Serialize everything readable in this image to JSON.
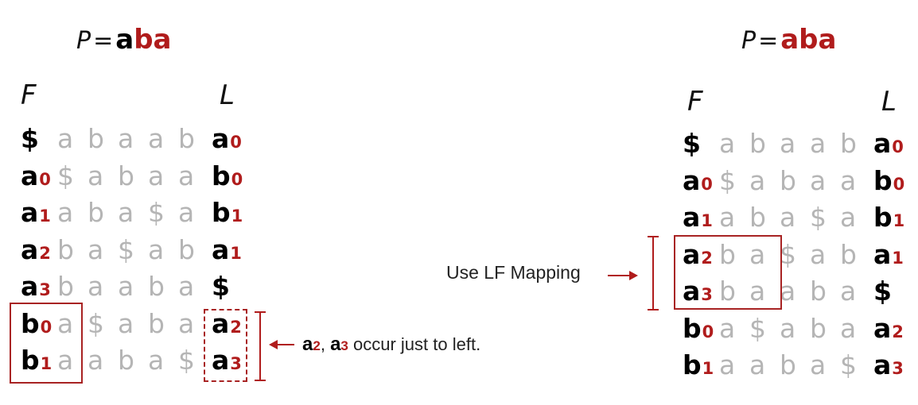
{
  "left": {
    "pattern_var": "P",
    "equals": "=",
    "pattern_prefix": "a",
    "pattern_suffix": "ba",
    "header_F": "F",
    "header_L": "L",
    "rows": [
      {
        "f_char": "$",
        "f_sub": "",
        "mid": [
          "a",
          "b",
          "a",
          "a",
          "b"
        ],
        "l_char": "a",
        "l_sub": "0"
      },
      {
        "f_char": "a",
        "f_sub": "0",
        "mid": [
          "$",
          "a",
          "b",
          "a",
          "a"
        ],
        "l_char": "b",
        "l_sub": "0"
      },
      {
        "f_char": "a",
        "f_sub": "1",
        "mid": [
          "a",
          "b",
          "a",
          "$",
          "a"
        ],
        "l_char": "b",
        "l_sub": "1"
      },
      {
        "f_char": "a",
        "f_sub": "2",
        "mid": [
          "b",
          "a",
          "$",
          "a",
          "b"
        ],
        "l_char": "a",
        "l_sub": "1"
      },
      {
        "f_char": "a",
        "f_sub": "3",
        "mid": [
          "b",
          "a",
          "a",
          "b",
          "a"
        ],
        "l_char": "$",
        "l_sub": ""
      },
      {
        "f_char": "b",
        "f_sub": "0",
        "mid": [
          "a",
          "$",
          "a",
          "b",
          "a"
        ],
        "l_char": "a",
        "l_sub": "2"
      },
      {
        "f_char": "b",
        "f_sub": "1",
        "mid": [
          "a",
          "a",
          "b",
          "a",
          "$"
        ],
        "l_char": "a",
        "l_sub": "3"
      }
    ],
    "note": {
      "part1_char": "a",
      "part1_sub": "2",
      "sep": ", ",
      "part2_char": "a",
      "part2_sub": "3",
      "text": " occur just to left."
    }
  },
  "right": {
    "pattern_var": "P",
    "equals": "=",
    "pattern": "aba",
    "header_F": "F",
    "header_L": "L",
    "rows": [
      {
        "f_char": "$",
        "f_sub": "",
        "mid": [
          "a",
          "b",
          "a",
          "a",
          "b"
        ],
        "l_char": "a",
        "l_sub": "0"
      },
      {
        "f_char": "a",
        "f_sub": "0",
        "mid": [
          "$",
          "a",
          "b",
          "a",
          "a"
        ],
        "l_char": "b",
        "l_sub": "0"
      },
      {
        "f_char": "a",
        "f_sub": "1",
        "mid": [
          "a",
          "b",
          "a",
          "$",
          "a"
        ],
        "l_char": "b",
        "l_sub": "1"
      },
      {
        "f_char": "a",
        "f_sub": "2",
        "mid": [
          "b",
          "a",
          "$",
          "a",
          "b"
        ],
        "l_char": "a",
        "l_sub": "1"
      },
      {
        "f_char": "a",
        "f_sub": "3",
        "mid": [
          "b",
          "a",
          "a",
          "b",
          "a"
        ],
        "l_char": "$",
        "l_sub": ""
      },
      {
        "f_char": "b",
        "f_sub": "0",
        "mid": [
          "a",
          "$",
          "a",
          "b",
          "a"
        ],
        "l_char": "a",
        "l_sub": "2"
      },
      {
        "f_char": "b",
        "f_sub": "1",
        "mid": [
          "a",
          "a",
          "b",
          "a",
          "$"
        ],
        "l_char": "a",
        "l_sub": "3"
      }
    ],
    "lf_label": "Use LF Mapping"
  },
  "colors": {
    "accent_red": "#b01c1c",
    "gray_text": "#b5b5b5",
    "black_text": "#000000"
  }
}
